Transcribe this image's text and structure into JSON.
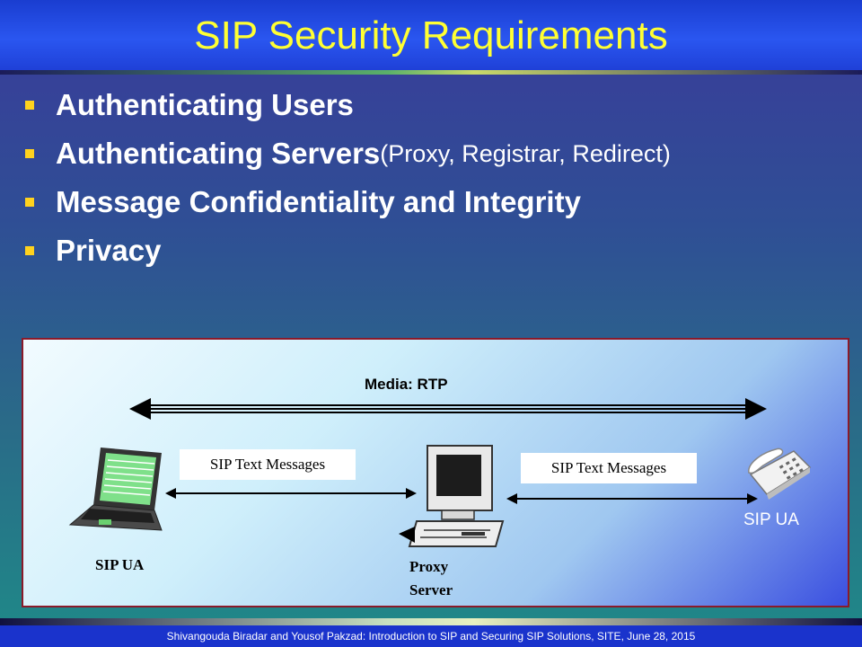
{
  "slide": {
    "title": "SIP Security Requirements",
    "bullets": [
      {
        "text": "Authenticating Users",
        "suffix": ""
      },
      {
        "text": "Authenticating Servers",
        "suffix": " (Proxy, Registrar, Redirect)"
      },
      {
        "text": "Message Confidentiality and Integrity",
        "suffix": ""
      },
      {
        "text": "Privacy",
        "suffix": ""
      }
    ]
  },
  "diagram": {
    "media_label": "Media: RTP",
    "left_message": "SIP Text Messages",
    "right_message": "SIP Text Messages",
    "left_node": "SIP UA",
    "center_node_line1": "Proxy",
    "center_node_line2": "Server",
    "right_node": "SIP UA",
    "icons": [
      "laptop-icon",
      "desktop-computer-icon",
      "telephone-icon"
    ]
  },
  "footer": {
    "text": "Shivangouda Biradar and Yousof Pakzad:  Introduction to SIP and Securing SIP Solutions, SITE, June 28, 2015"
  },
  "colors": {
    "title": "#ffff33",
    "title_bar": "#2a56f0",
    "bullet_marker": "#ffd21e",
    "diagram_border": "#8a1a2a",
    "footer_bg": "#1a33cc"
  }
}
